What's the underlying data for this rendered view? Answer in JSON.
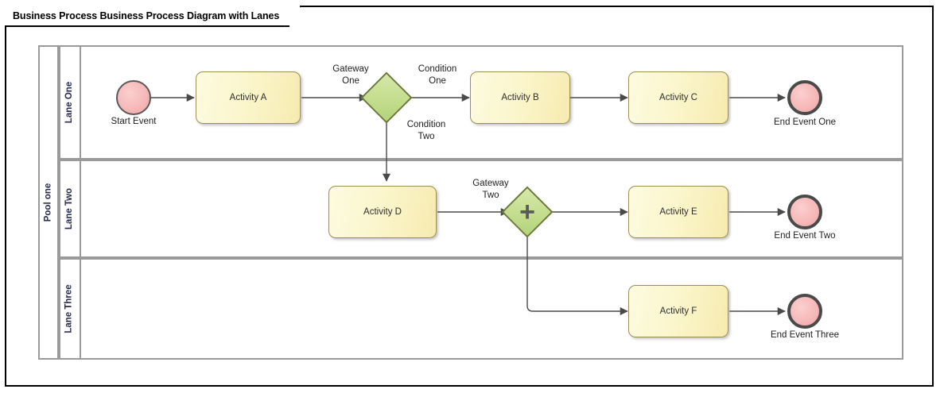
{
  "window": {
    "title": "Business Process Business Process Diagram with Lanes"
  },
  "diagram": {
    "type": "bpmn-process-diagram",
    "pool": {
      "label": "Pool one"
    },
    "lanes": [
      {
        "id": "lane-one",
        "label": "Lane One"
      },
      {
        "id": "lane-two",
        "label": "Lane Two"
      },
      {
        "id": "lane-three",
        "label": "Lane Three"
      }
    ],
    "nodes": {
      "start_event": {
        "label": "Start Event",
        "type": "start-event",
        "lane": "Lane One"
      },
      "activity_a": {
        "label": "Activity A",
        "type": "task",
        "lane": "Lane One"
      },
      "gateway_one": {
        "label": "Gateway\nOne",
        "line1": "Gateway",
        "line2": "One",
        "type": "exclusive-gateway",
        "lane": "Lane One"
      },
      "activity_b": {
        "label": "Activity B",
        "type": "task",
        "lane": "Lane One"
      },
      "activity_c": {
        "label": "Activity C",
        "type": "task",
        "lane": "Lane One"
      },
      "end_event_one": {
        "label": "End Event One",
        "type": "end-event",
        "lane": "Lane One"
      },
      "activity_d": {
        "label": "Activity D",
        "type": "task",
        "lane": "Lane Two"
      },
      "gateway_two": {
        "label": "Gateway\nTwo",
        "line1": "Gateway",
        "line2": "Two",
        "type": "parallel-gateway",
        "symbol": "+",
        "lane": "Lane Two"
      },
      "activity_e": {
        "label": "Activity E",
        "type": "task",
        "lane": "Lane Two"
      },
      "end_event_two": {
        "label": "End Event Two",
        "type": "end-event",
        "lane": "Lane Two"
      },
      "activity_f": {
        "label": "Activity F",
        "type": "task",
        "lane": "Lane Three"
      },
      "end_event_three": {
        "label": "End Event Three",
        "type": "end-event",
        "lane": "Lane Three"
      }
    },
    "flow_labels": {
      "condition_one": {
        "line1": "Condition",
        "line2": "One"
      },
      "condition_two": {
        "line1": "Condition",
        "line2": "Two"
      }
    },
    "colors": {
      "task_fill": "#fbf6cd",
      "task_border": "#9c9055",
      "event_fill": "#f6b9b9",
      "event_border": "#4a4a4a",
      "gateway_fill": "#c3dd8d",
      "gateway_border": "#6b7a3a",
      "lane_border": "#9a9a9a",
      "connector": "#4a4a4a",
      "frame_border": "#000000",
      "lane_label": "#2a2a50"
    }
  }
}
